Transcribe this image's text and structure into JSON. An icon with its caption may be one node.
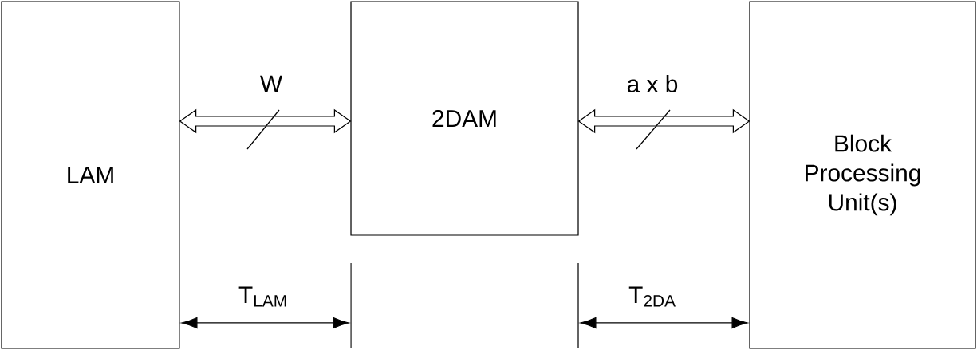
{
  "diagram": {
    "nodes": [
      {
        "text": [
          "LAM"
        ]
      },
      {
        "text": [
          "2DAM"
        ]
      },
      {
        "text": [
          "Block Processing Unit(s)"
        ]
      }
    ],
    "edges": [
      {
        "from": 0,
        "to": 1,
        "arrow": "both",
        "label": "W"
      },
      {
        "from": 1,
        "to": 2,
        "arrow": "both",
        "label": "a x b"
      }
    ],
    "labels": [
      "T$_{LAM}$",
      "T$_{2DA}$"
    ]
  }
}
